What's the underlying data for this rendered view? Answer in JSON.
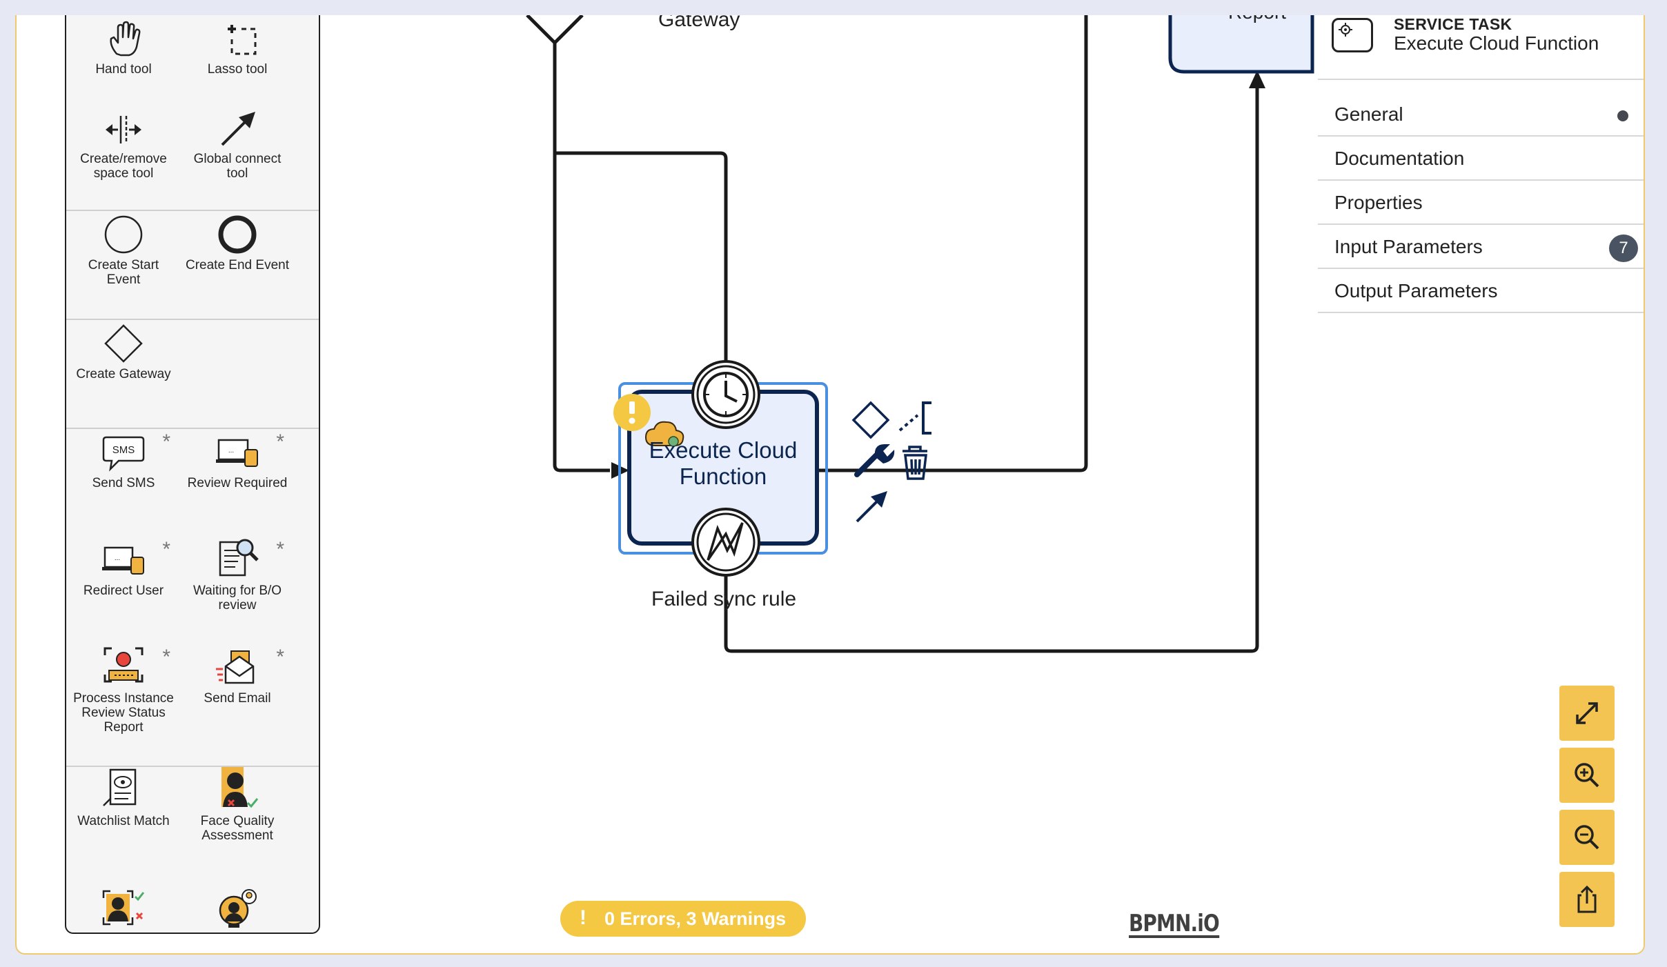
{
  "palette": {
    "groups": [
      {
        "entries": [
          {
            "label": "Hand tool",
            "icon": "hand-icon"
          },
          {
            "label": "Lasso tool",
            "icon": "lasso-icon"
          },
          {
            "label": "Create/remove space tool",
            "icon": "space-tool-icon"
          },
          {
            "label": "Global connect tool",
            "icon": "connect-arrow-icon"
          }
        ]
      },
      {
        "entries": [
          {
            "label": "Create Start Event",
            "icon": "start-event-icon"
          },
          {
            "label": "Create End Event",
            "icon": "end-event-icon"
          }
        ]
      },
      {
        "entries": [
          {
            "label": "Create Gateway",
            "icon": "gateway-icon"
          }
        ]
      },
      {
        "entries": [
          {
            "label": "Send SMS",
            "icon": "sms-icon",
            "star": "*"
          },
          {
            "label": "Review Required",
            "icon": "review-icon",
            "star": "*"
          },
          {
            "label": "Redirect User",
            "icon": "redirect-icon",
            "star": "*"
          },
          {
            "label": "Waiting for B/O review",
            "icon": "document-search-icon",
            "star": "*"
          },
          {
            "label": "Process Instance Review Status Report",
            "icon": "face-scan-icon",
            "star": "*"
          },
          {
            "label": "Send Email",
            "icon": "email-icon",
            "star": "*"
          }
        ]
      },
      {
        "entries": [
          {
            "label": "Watchlist Match",
            "icon": "watchlist-icon"
          },
          {
            "label": "Face Quality Assessment",
            "icon": "face-quality-icon"
          },
          {
            "label": "",
            "icon": "face-check-icon"
          },
          {
            "label": "",
            "icon": "person-badge-icon"
          }
        ]
      }
    ]
  },
  "canvas": {
    "gateway_label": "Gateway",
    "report_label": "Report",
    "task_label_line1": "Execute Cloud",
    "task_label_line2": "Function",
    "boundary_label": "Failed sync rule"
  },
  "properties": {
    "element_type": "SERVICE TASK",
    "element_name": "Execute Cloud Function",
    "groups": [
      {
        "label": "General",
        "dot": true
      },
      {
        "label": "Documentation"
      },
      {
        "label": "Properties"
      },
      {
        "label": "Input Parameters",
        "badge": "7"
      },
      {
        "label": "Output Parameters"
      }
    ]
  },
  "linting": {
    "exclamation": "!",
    "summary": "0 Errors, 3 Warnings"
  },
  "logo": "BPMN.iO",
  "colors": {
    "accent": "#f3c451",
    "selection": "#4a90e2",
    "task_fill": "#e8eefb",
    "task_stroke": "#0c2550",
    "warning": "#f4c842"
  }
}
